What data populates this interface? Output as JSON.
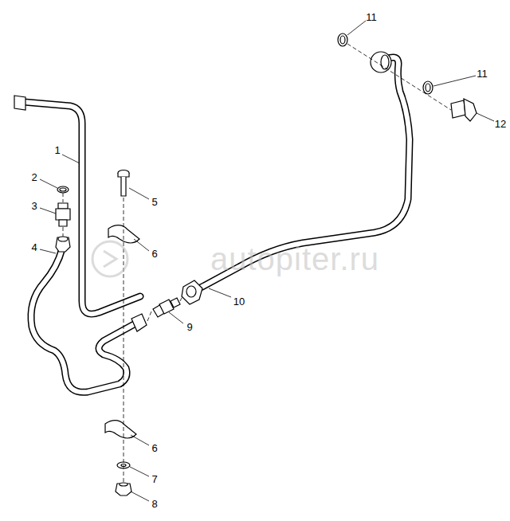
{
  "diagram": {
    "labels": [
      "1",
      "2",
      "3",
      "4",
      "5",
      "6",
      "6",
      "7",
      "8",
      "9",
      "10",
      "11",
      "11",
      "12",
      "autopiter.ru"
    ]
  }
}
